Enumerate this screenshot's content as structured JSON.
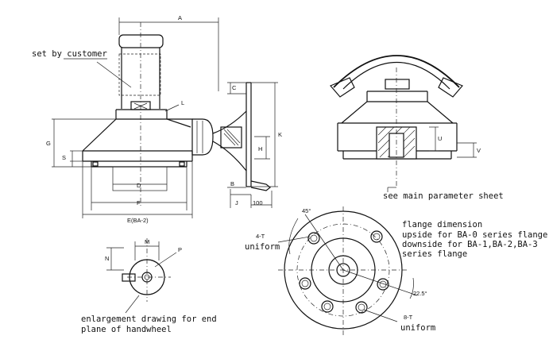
{
  "notes": {
    "set_by_customer": "set by customer",
    "see_main_sheet": "see main parameter sheet",
    "flange_line1": "flange dimension",
    "flange_line2": "upside for BA-0 series flange",
    "flange_line3": "downside for BA-1,BA-2,BA-3",
    "flange_line4": "series flange",
    "holes_left_count": "4-T",
    "holes_left_uniform": "uniform",
    "holes_right_count": "8-T",
    "holes_right_uniform": "uniform",
    "enlargement_line1": "enlargement drawing for end",
    "enlargement_line2": "plane of handwheel"
  },
  "dimensions": {
    "A": "A",
    "C": "C",
    "L": "L",
    "G": "G",
    "S": "S",
    "D": "D",
    "F": "F",
    "E": "E(BA-2)",
    "H": "H",
    "K": "K",
    "B": "B",
    "J": "J",
    "hundred": "100",
    "U": "U",
    "V": "V",
    "M": "M",
    "N": "N",
    "P": "P",
    "angle_45": "45°",
    "angle_22": "22.5°"
  }
}
